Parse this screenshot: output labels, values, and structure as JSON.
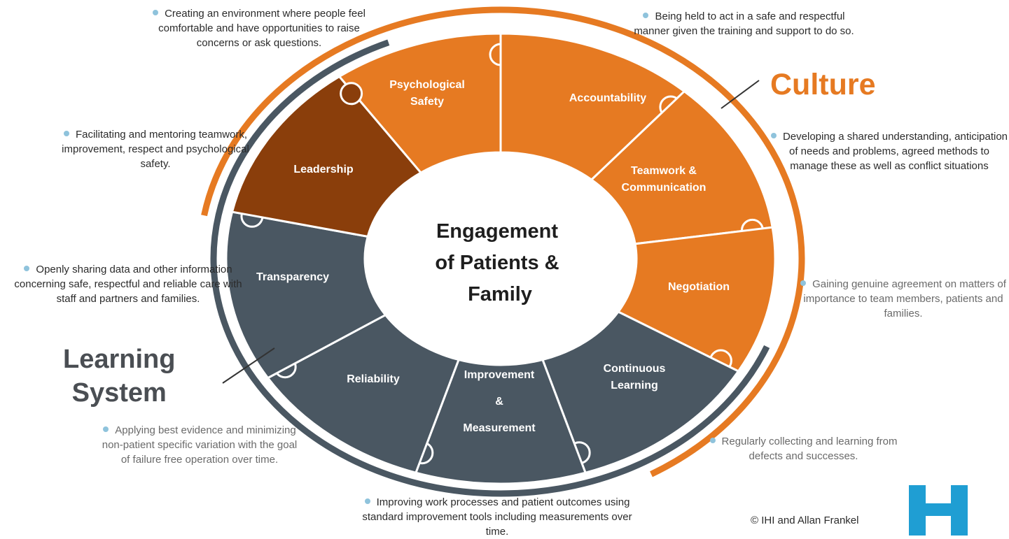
{
  "diagram": {
    "center_title": [
      "Engagement",
      "of Patients &",
      "Family"
    ],
    "segments": [
      {
        "id": "psychological-safety",
        "lines": [
          "Psychological",
          "Safety"
        ],
        "color": "#e67a22"
      },
      {
        "id": "accountability",
        "lines": [
          "Accountability"
        ],
        "color": "#e67a22"
      },
      {
        "id": "teamwork-communication",
        "lines": [
          "Teamwork &",
          "Communication"
        ],
        "color": "#e67a22"
      },
      {
        "id": "negotiation",
        "lines": [
          "Negotiation"
        ],
        "color": "#e67a22"
      },
      {
        "id": "continuous-learning",
        "lines": [
          "Continuous",
          "Learning"
        ],
        "color": "#4a5762"
      },
      {
        "id": "improvement-measurement",
        "lines": [
          "Improvement",
          "&",
          "Measurement"
        ],
        "color": "#4a5762"
      },
      {
        "id": "reliability",
        "lines": [
          "Reliability"
        ],
        "color": "#4a5762"
      },
      {
        "id": "transparency",
        "lines": [
          "Transparency"
        ],
        "color": "#4a5762"
      },
      {
        "id": "leadership",
        "lines": [
          "Leadership"
        ],
        "color": "#8a3e0b"
      }
    ],
    "group_labels": {
      "culture": "Culture",
      "learning_system": [
        "Learning",
        "System"
      ]
    },
    "descriptions": {
      "psychological_safety": "Creating an environment where people feel comfortable and have opportunities to raise concerns or ask questions.",
      "accountability": "Being held to act in a safe and respectful manner given the training and support to do so.",
      "leadership": "Facilitating and mentoring teamwork, improvement, respect and psychological safety.",
      "teamwork_communication": "Developing a shared understanding, anticipation of needs and problems, agreed methods to manage these as well as conflict situations",
      "transparency": "Openly sharing data and other information concerning safe, respectful and reliable care with staff and partners and families.",
      "negotiation": "Gaining genuine agreement on matters of importance to team members, patients and families.",
      "reliability": "Applying best evidence and minimizing non-patient specific variation with the goal of failure free operation over time.",
      "continuous_learning": "Regularly collecting and learning from defects and successes.",
      "improvement_measurement": "Improving work processes and patient outcomes using standard improvement tools including measurements over time."
    },
    "colors": {
      "culture_orange": "#e67a22",
      "leadership_brown": "#8a3e0b",
      "learning_slate": "#4a5762",
      "bullet_blue": "#8fc3dc",
      "logo_blue": "#1f9ed3"
    },
    "copyright": "© IHI and Allan Frankel",
    "logo_icon": "ihi-logo-icon"
  }
}
